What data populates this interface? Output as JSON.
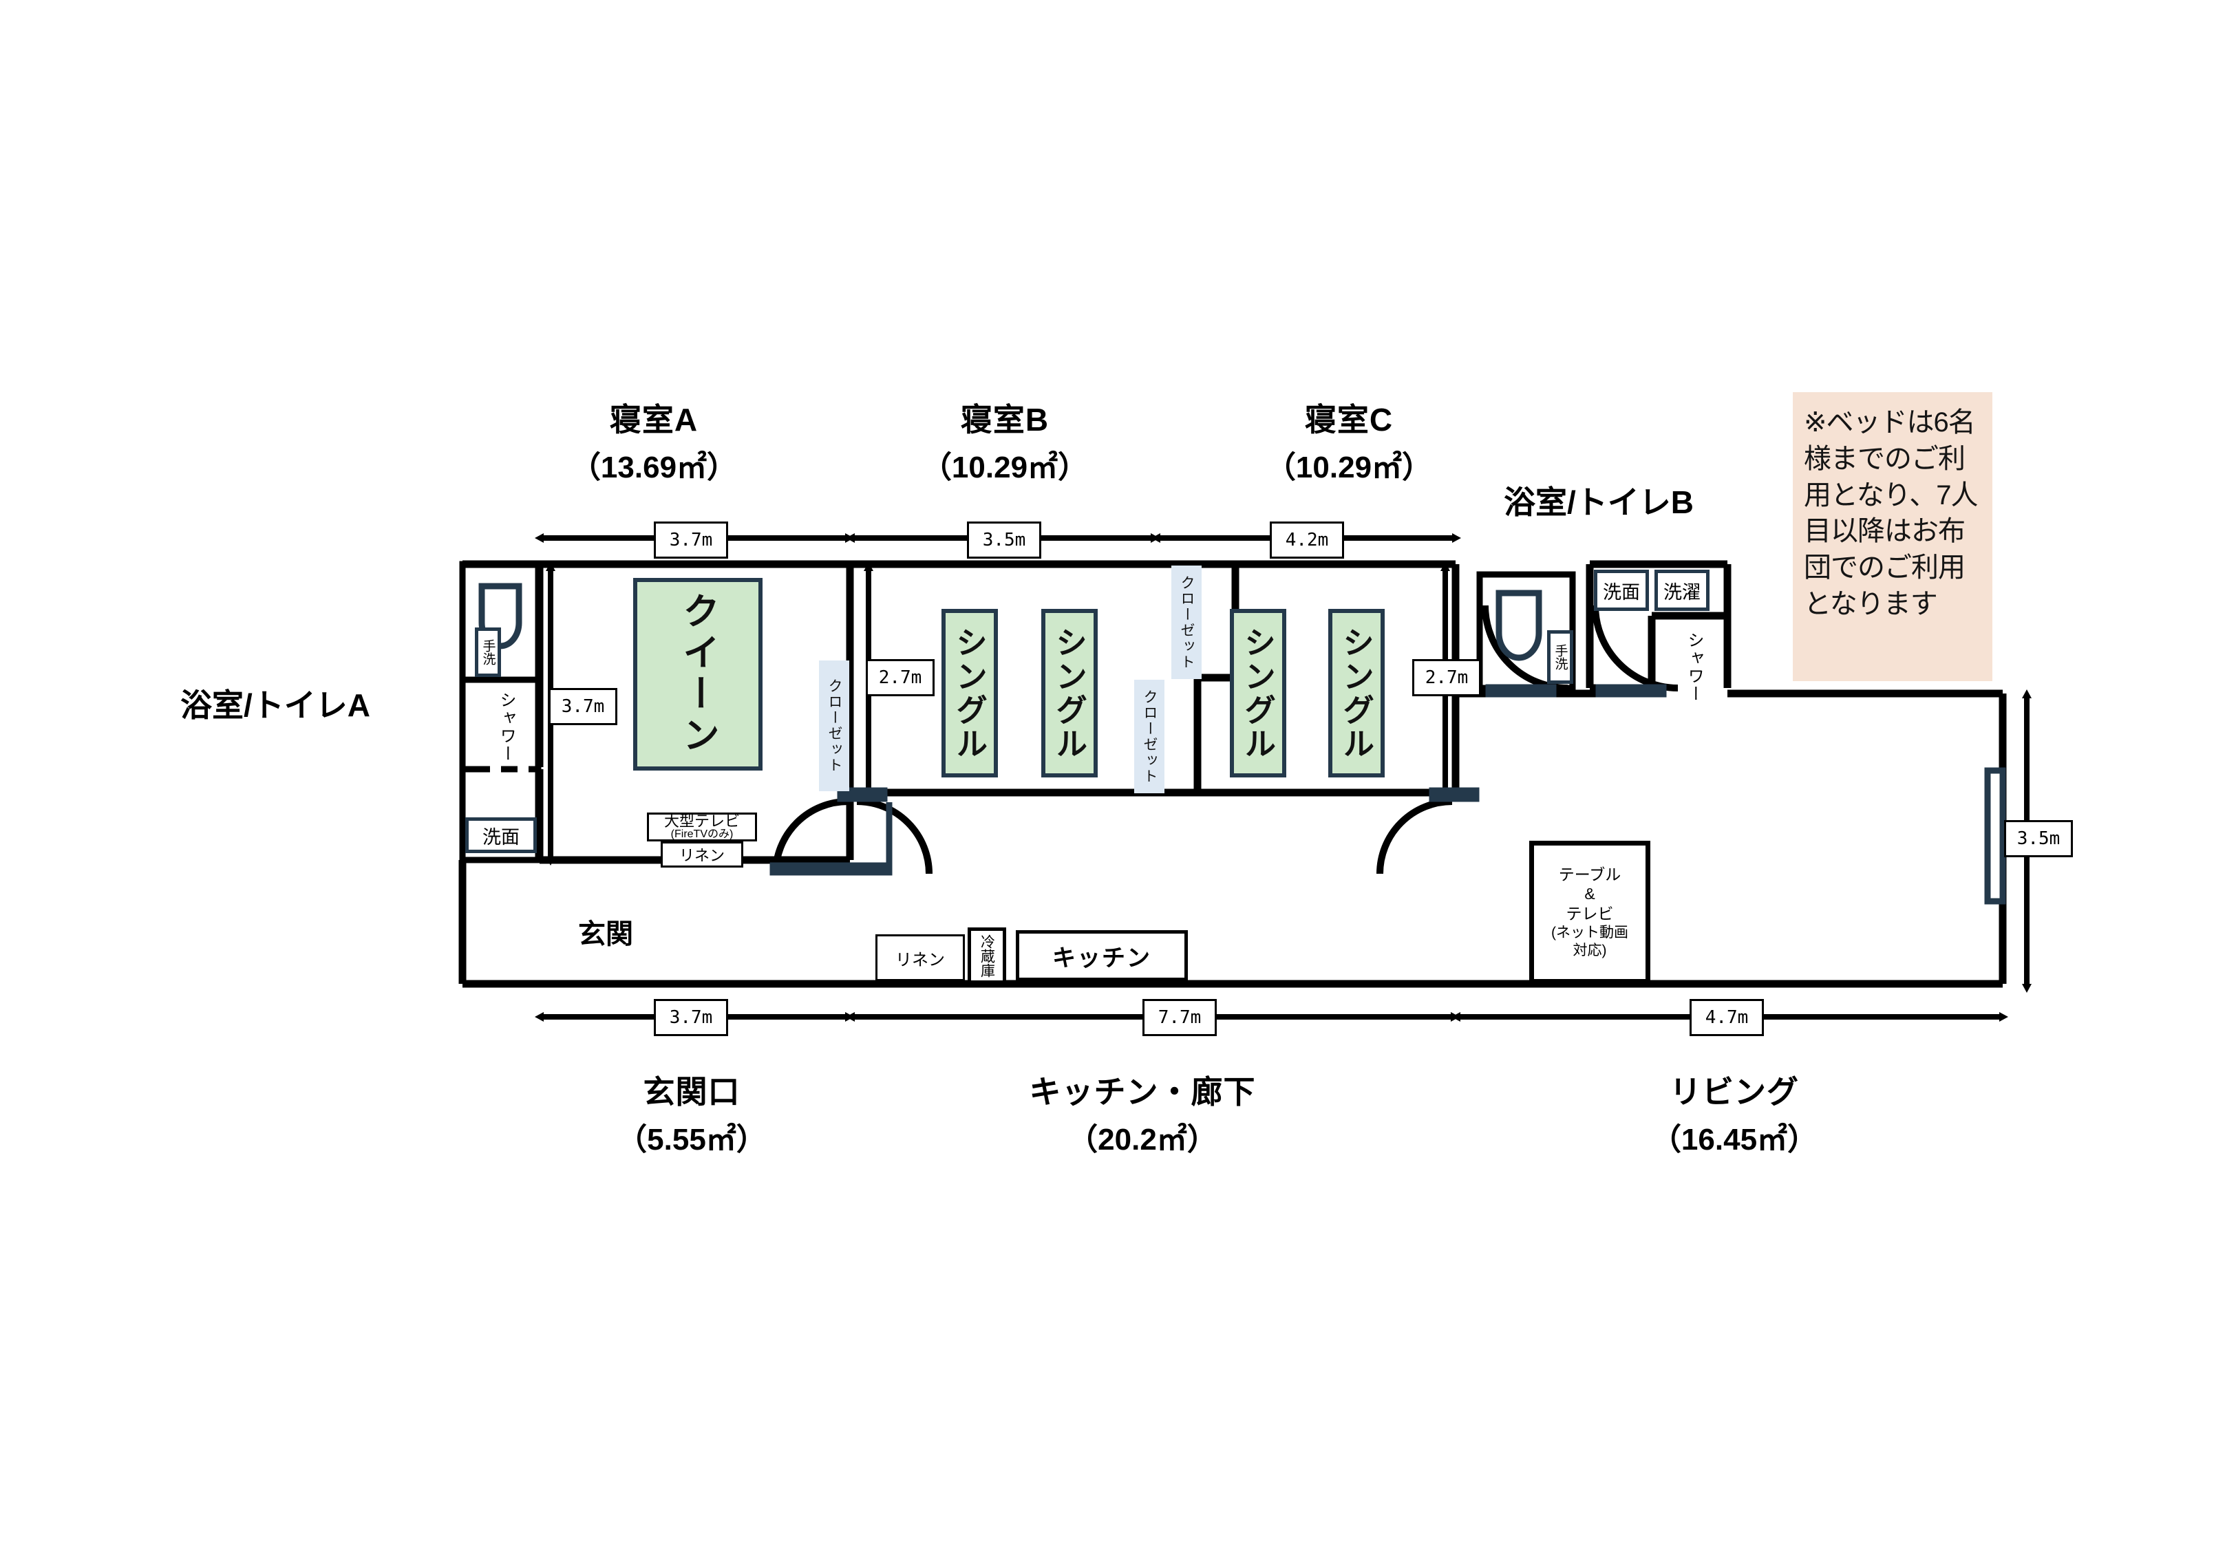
{
  "rooms": {
    "bedroom_a": {
      "title": "寝室A",
      "area": "（13.69㎡）",
      "width_dim": "3.7m",
      "depth_dim": "3.7m"
    },
    "bedroom_b": {
      "title": "寝室B",
      "area": "（10.29㎡）",
      "width_dim": "3.5m",
      "depth_dim": "2.7m"
    },
    "bedroom_c": {
      "title": "寝室C",
      "area": "（10.29㎡）",
      "width_dim": "4.2m",
      "depth_dim": "2.7m"
    },
    "entrance": {
      "title": "玄関口",
      "area": "（5.55㎡）",
      "width_dim": "3.7m",
      "inner_label": "玄関"
    },
    "kitchen_hall": {
      "title": "キッチン・廊下",
      "area": "（20.2㎡）",
      "width_dim": "7.7m"
    },
    "living": {
      "title": "リビング",
      "area": "（16.45㎡）",
      "width_dim": "4.7m",
      "depth_dim": "3.5m"
    },
    "bath_a": {
      "title": "浴室/トイレA"
    },
    "bath_b": {
      "title": "浴室/トイレB"
    }
  },
  "beds": {
    "queen": "クイーン",
    "single": "シングル"
  },
  "closets": {
    "label": "クローゼット"
  },
  "fixtures": {
    "tearai": "手洗",
    "shower": "シャワー",
    "senmen": "洗面",
    "sentaku": "洗濯",
    "fridge": "冷蔵庫",
    "kitchen": "キッチン",
    "linen": "リネン",
    "tv_main": "大型テレビ",
    "tv_sub": "(FireTVのみ)",
    "living_unit_line1": "テーブル",
    "living_unit_line2": "&",
    "living_unit_line3": "テレビ",
    "living_unit_line4": "(ネット動画",
    "living_unit_line5": "対応)"
  },
  "note": {
    "text": "※ベッドは6名様までのご利用となり、7人目以降はお布団でのご利用となります",
    "bg_color": "#f6e2d4"
  },
  "colors": {
    "bed_fill": "#cfe8cb",
    "bed_stroke": "#24394b",
    "closet_fill": "#dde8f3",
    "wall": "#000000",
    "fixture_stroke": "#24394b"
  }
}
